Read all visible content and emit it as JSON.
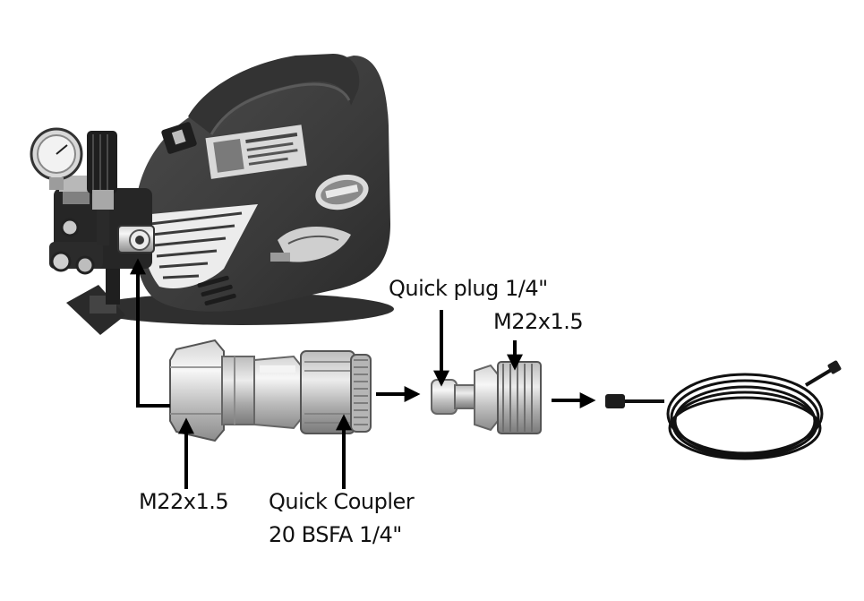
{
  "labels": {
    "quick_plug": "Quick plug 1/4\"",
    "m22_right": "M22x1.5",
    "m22_left": "M22x1.5",
    "quick_coupler_line1": "Quick Coupler",
    "quick_coupler_line2": "20 BSFA 1/4\""
  },
  "colors": {
    "machine_body": "#3f3f3f",
    "machine_dark": "#262626",
    "metal_light": "#e8e8e8",
    "metal_mid": "#9a9a9a",
    "arrow": "#000000",
    "text": "#111111"
  }
}
